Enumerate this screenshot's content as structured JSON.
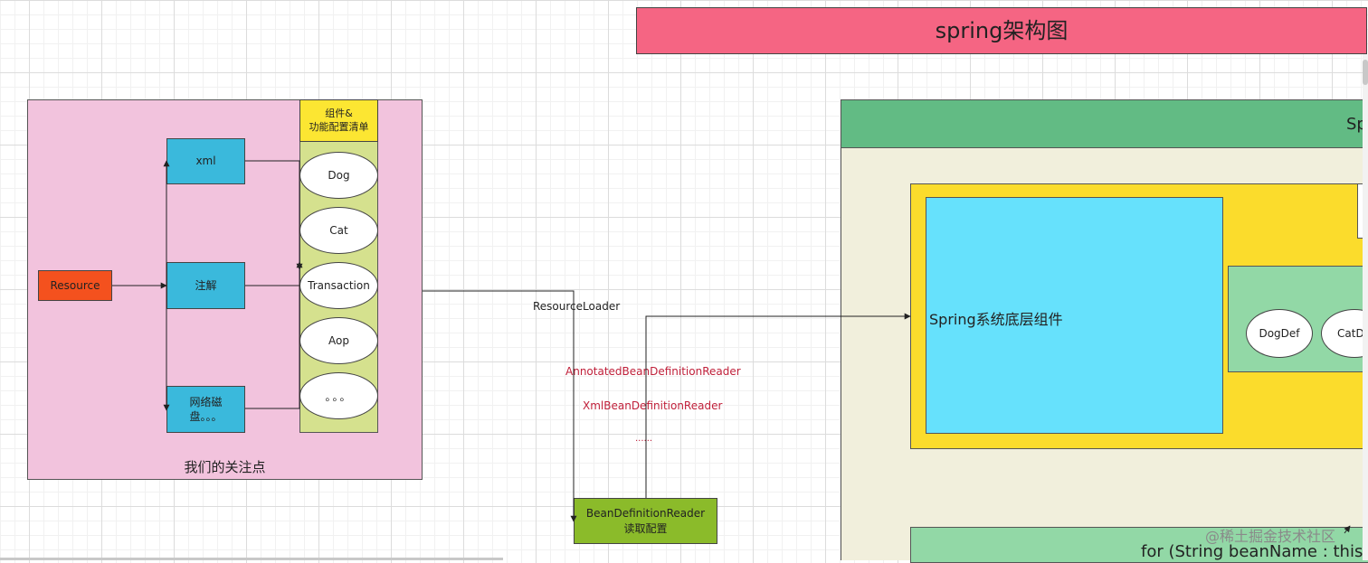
{
  "title": "spring架构图",
  "left_panel": {
    "caption": "我们的关注点",
    "resource": "Resource",
    "sources": [
      "xml",
      "注解",
      "网络磁盘。。。"
    ],
    "manifest_header": "组件&\n功能配置清单",
    "components": [
      "Dog",
      "Cat",
      "Transaction",
      "Aop",
      "。。。"
    ]
  },
  "connector": {
    "loader_label": "ResourceLoader",
    "readers": [
      "AnnotatedBeanDefinitionReader",
      "XmlBeanDefinitionReader",
      "......"
    ],
    "reader_box": "BeanDefinitionReader\n读取配置"
  },
  "right_panel": {
    "header_partial": "Sp",
    "core_label": "Spring系统底层组件",
    "defs": [
      "DogDef",
      "CatD"
    ],
    "bottom_code": "for (String beanName : this."
  },
  "watermark": "@稀土掘金技术社区",
  "colors": {
    "title_bg": "#f56583",
    "left_bg": "#f2c3dd",
    "resource_bg": "#f4511e",
    "source_bg": "#3ab9dc",
    "manifest_header_bg": "#fce632",
    "manifest_bg": "#d5e18e",
    "reader_box_bg": "#8bbb2a",
    "right_header_bg": "#62bb84",
    "right_body_bg": "#f1efdc",
    "yellow_panel_bg": "#fbdc2c",
    "core_bg": "#66e1fc",
    "def_panel_bg": "#92d8a6"
  }
}
